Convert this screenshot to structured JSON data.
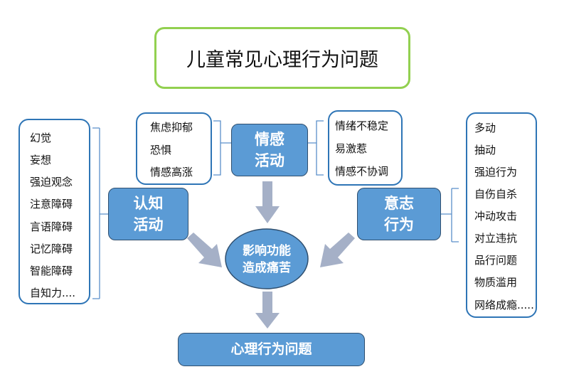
{
  "title": "儿童常见心理行为问题",
  "cognition": {
    "label": "认知活动",
    "items": [
      "幻觉",
      "妄想",
      "强迫观念",
      "注意障碍",
      "言语障碍",
      "记忆障碍",
      "智能障碍",
      "自知力...."
    ]
  },
  "emotion": {
    "label": "情感活动",
    "left_items": [
      "焦虑抑郁",
      "恐惧",
      "情感高涨"
    ],
    "right_items": [
      "情绪不稳定",
      "易激惹",
      "情感不协调"
    ]
  },
  "volition": {
    "label": "意志行为",
    "items": [
      "多动",
      "抽动",
      "强迫行为",
      "自伤自杀",
      "冲动攻击",
      "对立违抗",
      "品行问题",
      "物质滥用",
      "网络成瘾....."
    ]
  },
  "center": {
    "label": "影响功能造成痛苦"
  },
  "result": {
    "label": "心理行为问题"
  },
  "colors": {
    "node": "#5b9bd5",
    "border": "#2e75b6",
    "title_border": "#92d050",
    "arrow": "#a5b0c7"
  }
}
